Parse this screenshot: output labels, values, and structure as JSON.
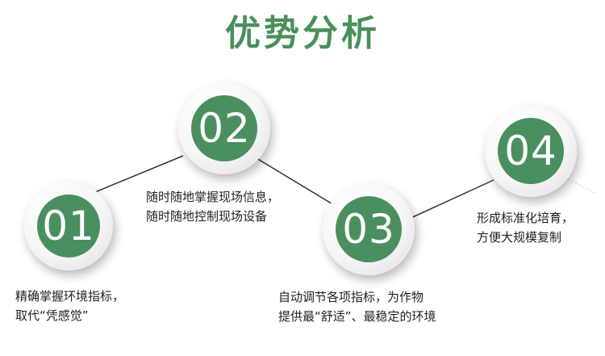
{
  "title": "优势分析",
  "colors": {
    "accent_green": "#4a8f60",
    "title_green": "#4a8f5c",
    "text": "#222222"
  },
  "steps": [
    {
      "number": "01",
      "lines": [
        "精确掌握环境指标，",
        "取代“凭感觉”"
      ]
    },
    {
      "number": "02",
      "lines": [
        "随时随地掌握现场信息，",
        "随时随地控制现场设备"
      ]
    },
    {
      "number": "03",
      "lines": [
        "自动调节各项指标，为作物",
        "提供最“舒适”、最稳定的环境"
      ]
    },
    {
      "number": "04",
      "lines": [
        "形成标准化培育，",
        "方便大规模复制"
      ]
    }
  ]
}
